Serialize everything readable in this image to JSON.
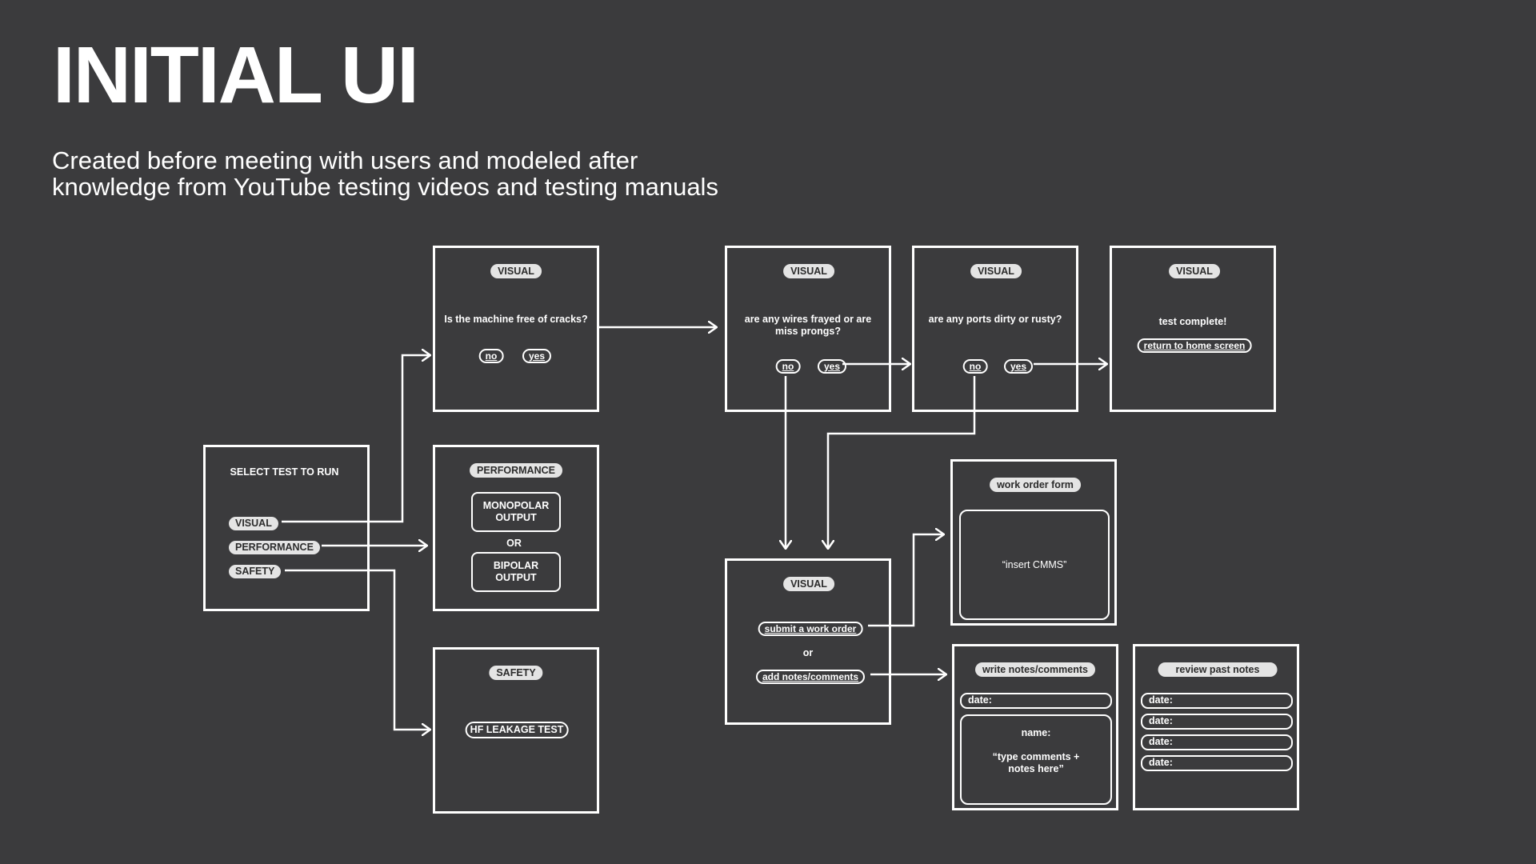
{
  "header": {
    "title": "INITIAL UI",
    "subtitle_line1": "Created before meeting with users and modeled after",
    "subtitle_line2": "knowledge from YouTube testing videos and testing manuals"
  },
  "select_screen": {
    "title": "SELECT TEST TO RUN",
    "options": [
      "VISUAL",
      "PERFORMANCE",
      "SAFETY"
    ]
  },
  "visual_1": {
    "tag": "VISUAL",
    "question": "Is the machine free of cracks?",
    "no": "no",
    "yes": "yes"
  },
  "performance": {
    "tag": "PERFORMANCE",
    "option1": "MONOPOLAR OUTPUT",
    "or": "OR",
    "option2": "BIPOLAR OUTPUT"
  },
  "safety": {
    "tag": "SAFETY",
    "button": "HF LEAKAGE TEST"
  },
  "visual_2": {
    "tag": "VISUAL",
    "question": "are any wires frayed or are miss prongs?",
    "no": "no",
    "yes": "yes"
  },
  "visual_3": {
    "tag": "VISUAL",
    "question": "are any ports dirty or rusty?",
    "no": "no",
    "yes": "yes"
  },
  "visual_complete": {
    "tag": "VISUAL",
    "message": "test complete!",
    "button": "return to home screen"
  },
  "visual_fail": {
    "tag": "VISUAL",
    "option1": "submit a work order",
    "or": "or",
    "option2": "add notes/comments"
  },
  "work_order": {
    "tag": "work order form",
    "body": "“insert CMMS”"
  },
  "notes": {
    "tag": "write notes/comments",
    "date": "date:",
    "name": "name:",
    "placeholder": "“type comments + notes here”"
  },
  "review": {
    "tag": "review past notes",
    "dates": [
      "date:",
      "date:",
      "date:",
      "date:"
    ]
  },
  "colors": {
    "background": "#3b3b3d",
    "stroke": "#ffffff",
    "tag_fill": "#e4e4e4",
    "tag_text": "#2c2c2c"
  }
}
